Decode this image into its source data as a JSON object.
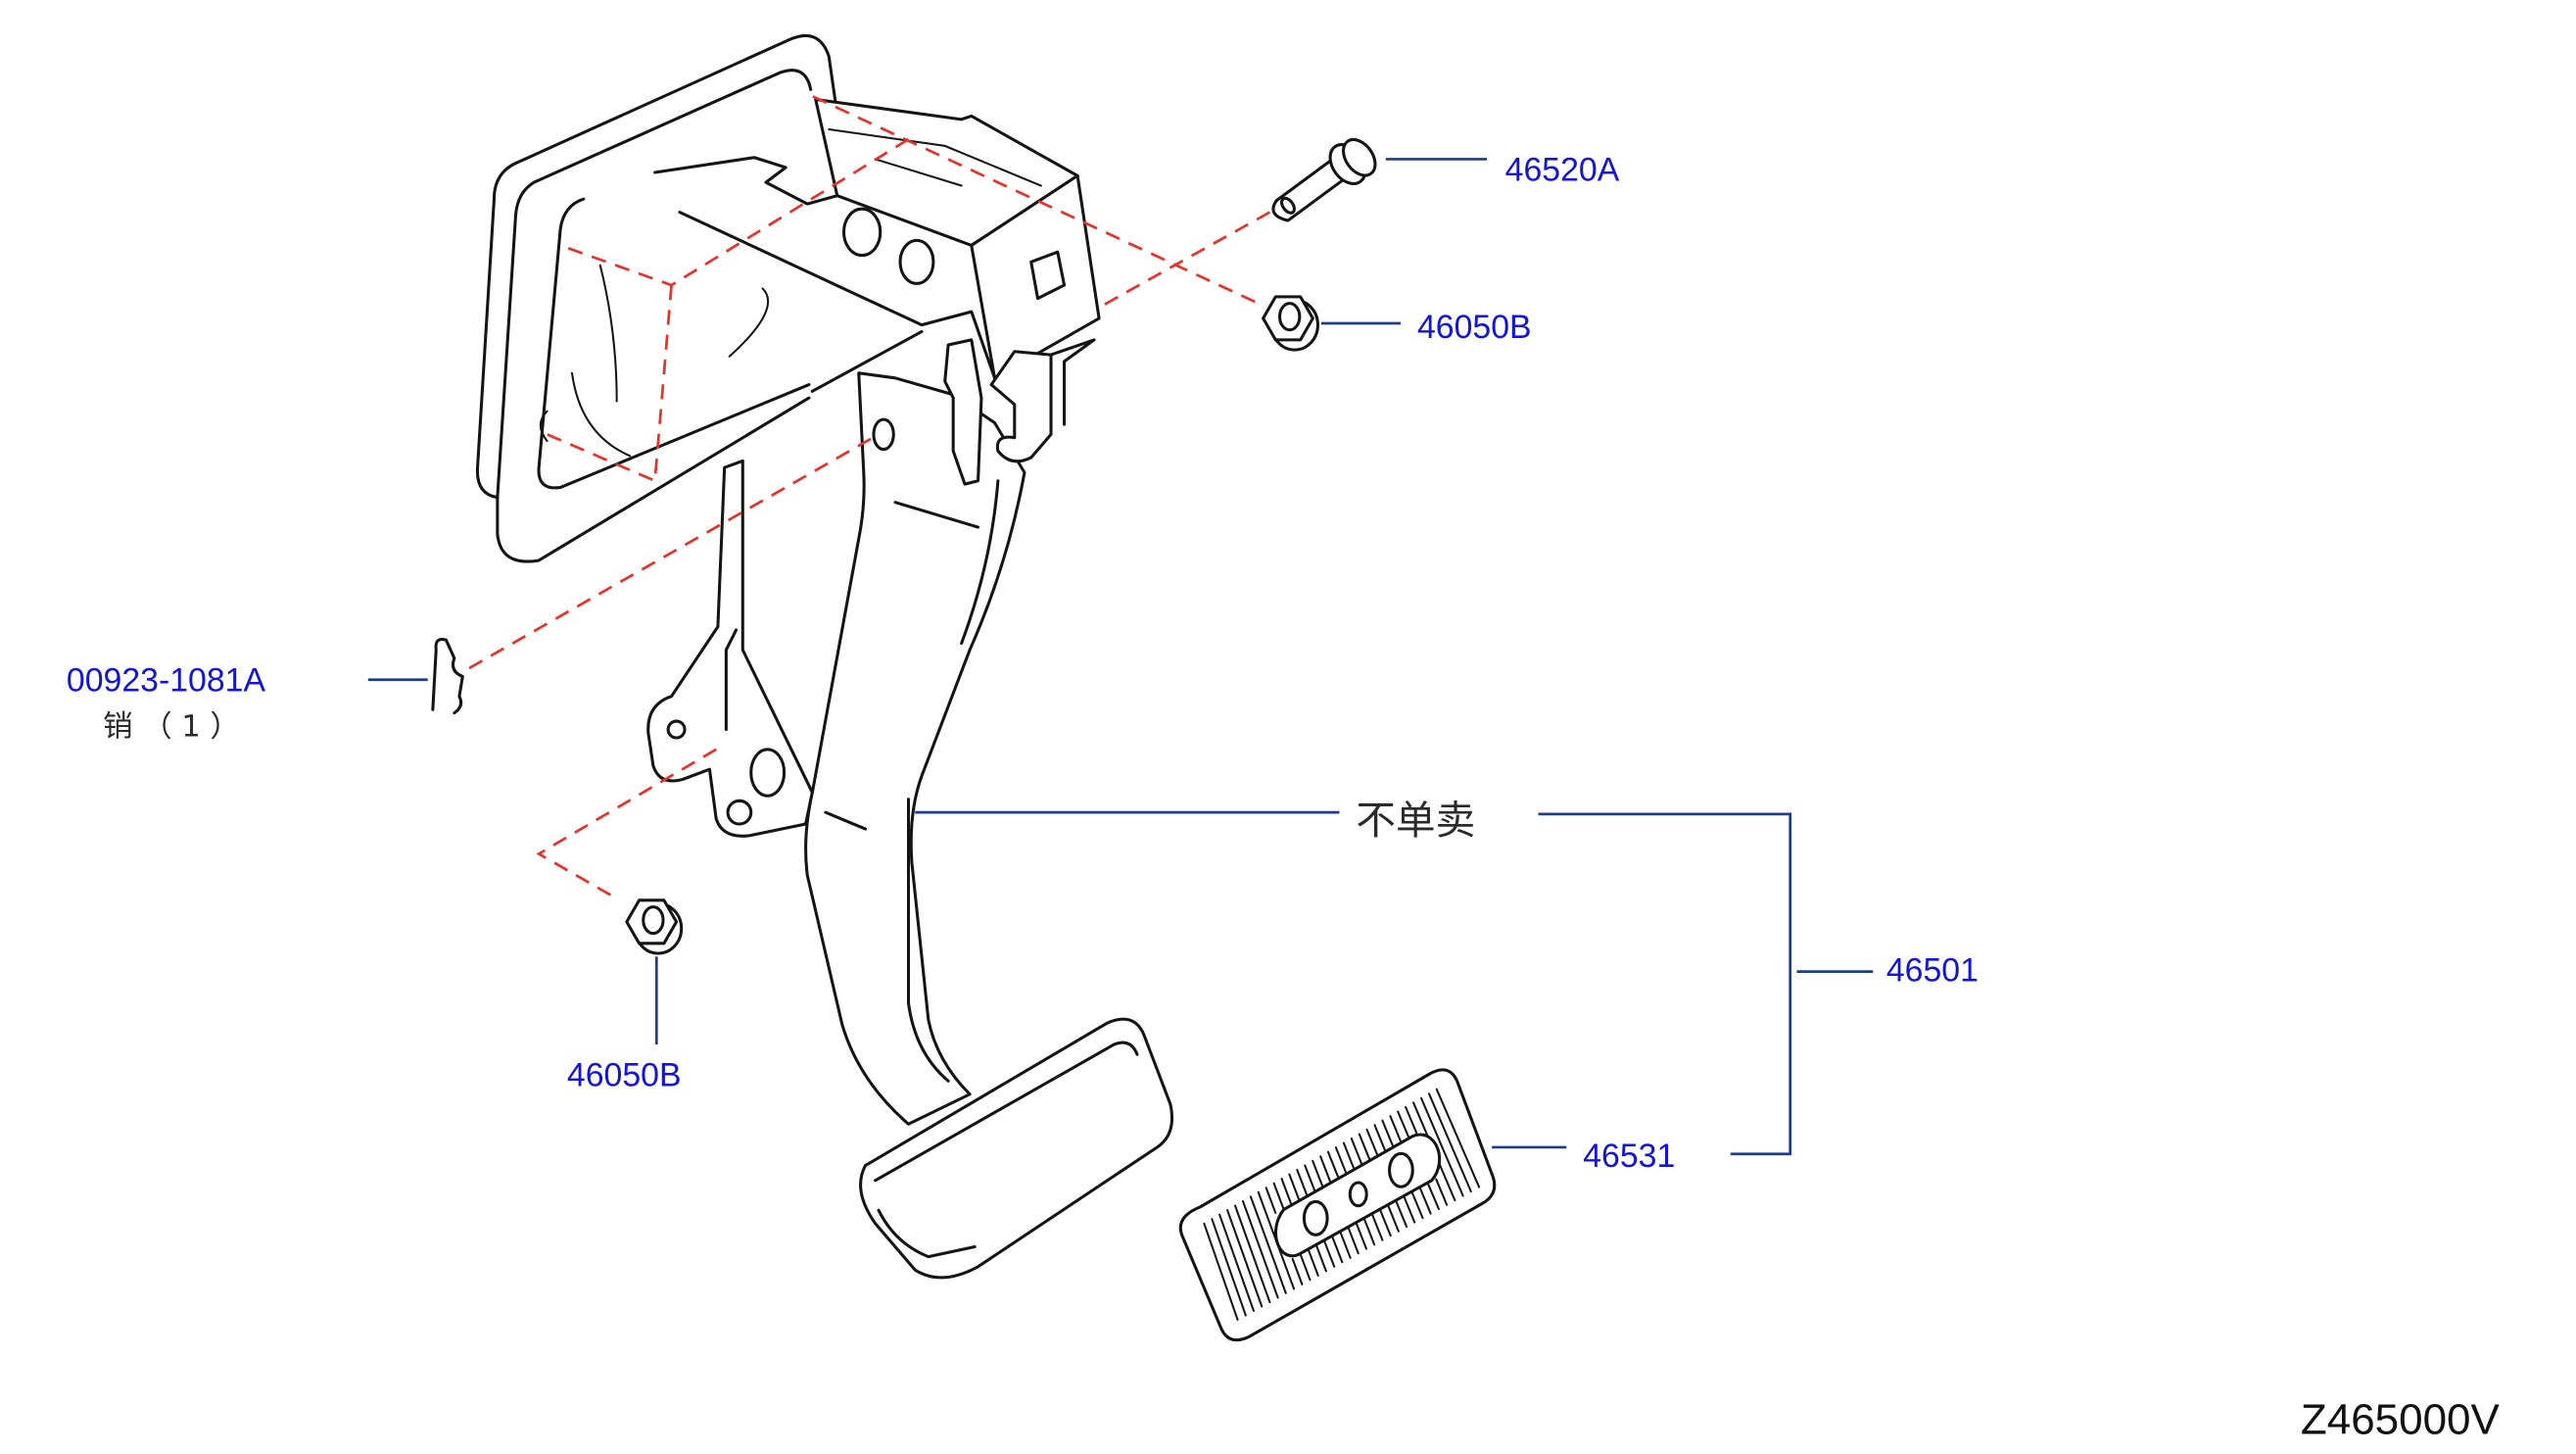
{
  "figure_code": "Z465000V",
  "callouts": {
    "clevis_pin": {
      "part_no": "46520A"
    },
    "nut_upper": {
      "part_no": "46050B"
    },
    "clip": {
      "part_no": "00923-1081A",
      "name_qty": "销 （ 1 ）"
    },
    "pedal_arm_note": "不单卖",
    "pedal_assembly": {
      "part_no": "46501"
    },
    "pedal_pad": {
      "part_no": "46531"
    },
    "nut_lower": {
      "part_no": "46050B"
    }
  },
  "colors": {
    "part_number": "#1414d8",
    "leader_line": "#1d3c8e",
    "hidden_line": "#e5322b",
    "outline": "#141414",
    "note_text": "#2a2a2a"
  }
}
